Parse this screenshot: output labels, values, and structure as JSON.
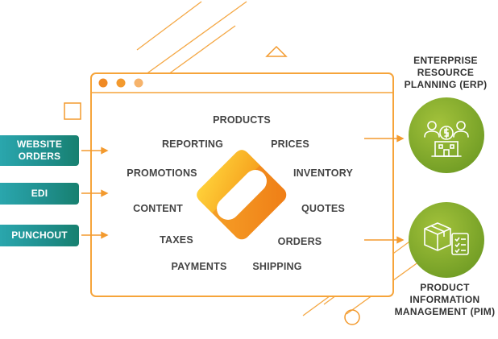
{
  "inputs": [
    {
      "lines": [
        "WEBSITE",
        "ORDERS"
      ]
    },
    {
      "lines": [
        "EDI"
      ]
    },
    {
      "lines": [
        "PUNCHOUT"
      ]
    }
  ],
  "center_labels": {
    "products": "PRODUCTS",
    "reporting": "REPORTING",
    "prices": "PRICES",
    "promotions": "PROMOTIONS",
    "inventory": "INVENTORY",
    "content": "CONTENT",
    "quotes": "QUOTES",
    "taxes": "TAXES",
    "orders": "ORDERS",
    "payments": "PAYMENTS",
    "shipping": "SHIPPING"
  },
  "systems": {
    "erp": {
      "lines": [
        "ENTERPRISE",
        "RESOURCE",
        "PLANNING (ERP)"
      ],
      "icon": "erp-building-icon"
    },
    "pim": {
      "lines": [
        "PRODUCT",
        "INFORMATION",
        "MANAGEMENT (PIM)"
      ],
      "icon": "pim-box-checklist-icon"
    }
  },
  "colors": {
    "accent_orange": "#f39a2e",
    "window_dot": "#f08a24",
    "teal": "#1f8e8c",
    "green": "#7fa92a",
    "text": "#444444"
  }
}
